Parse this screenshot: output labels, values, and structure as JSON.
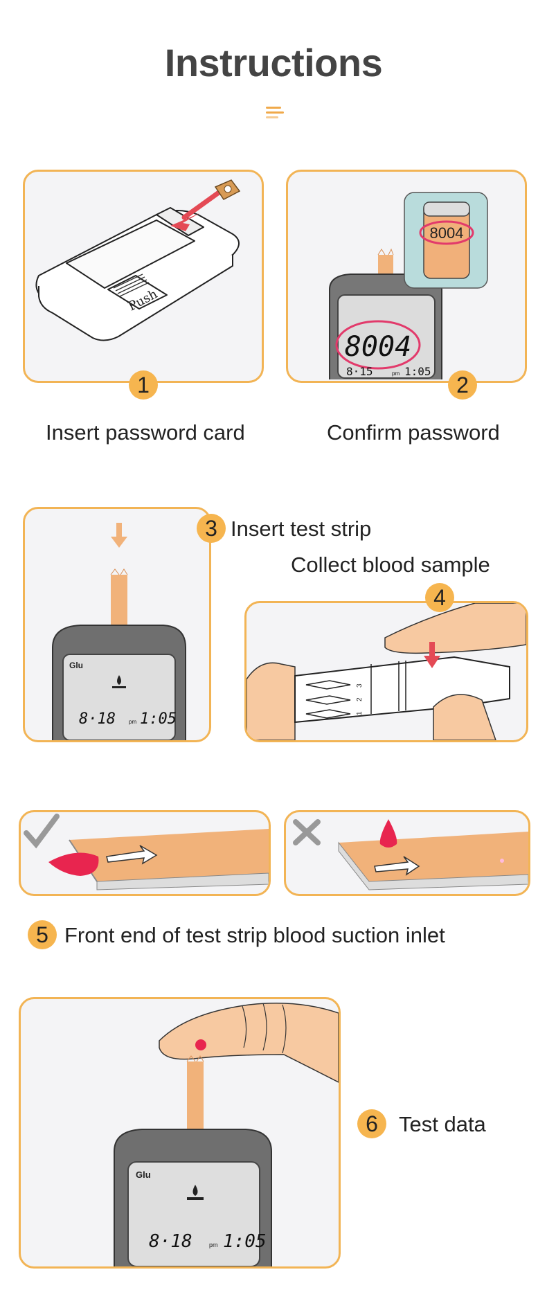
{
  "page": {
    "title": "Instructions"
  },
  "steps": [
    {
      "number": "1",
      "caption": "Insert password card",
      "card_text": "Push"
    },
    {
      "number": "2",
      "caption": "Confirm password",
      "code": "8004",
      "screen_date": "8·15",
      "screen_pm": "pm",
      "screen_time": "1:05"
    },
    {
      "number": "3",
      "caption": "Insert test strip",
      "screen_label": "Glu",
      "screen_date": "8·18",
      "screen_pm": "pm",
      "screen_time": "1:05"
    },
    {
      "number": "4",
      "caption": "Collect blood sample",
      "dial_marks": [
        "3",
        "2",
        "1"
      ]
    },
    {
      "number": "5",
      "caption": "Front end of test strip blood suction inlet"
    },
    {
      "number": "6",
      "caption": "Test data",
      "screen_label": "Glu",
      "screen_date": "8·18",
      "screen_pm": "pm",
      "screen_time": "1:05"
    }
  ],
  "colors": {
    "accent": "#f6b54f",
    "border": "#f2b455",
    "strip": "#f1b27a",
    "blood": "#e8254f"
  },
  "icons": {
    "correct": "check-icon",
    "wrong": "cross-icon"
  }
}
